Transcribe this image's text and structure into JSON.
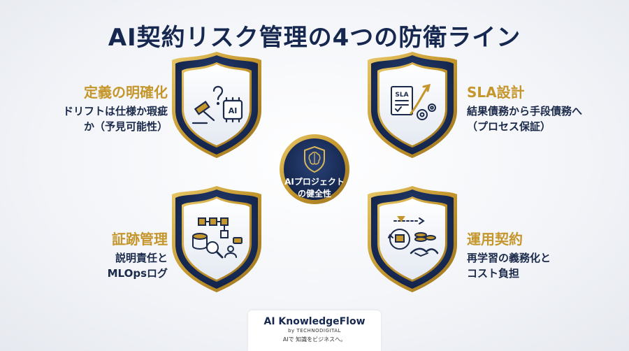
{
  "title": "AI契約リスク管理の4つの防衛ライン",
  "center": {
    "line1": "AIプロジェクト",
    "line2": "の健全性"
  },
  "panels": [
    {
      "heading": "定義の明確化",
      "desc1": "ドリフトは仕様か瑕疵",
      "desc2": "か（予見可能性）"
    },
    {
      "heading": "SLA設計",
      "desc1": "結果債務から手段債務へ",
      "desc2": "（プロセス保証）"
    },
    {
      "heading": "証跡管理",
      "desc1": "説明責任と",
      "desc2": "MLOpsログ"
    },
    {
      "heading": "運用契約",
      "desc1": "再学習の義務化と",
      "desc2": "コスト負担"
    }
  ],
  "icons": {
    "shield1": "gavel-question-ai-chip-icon",
    "shield1_chip_text": "AI",
    "shield2": "sla-document-gears-icon",
    "shield2_doc_text": "SLA",
    "shield3": "data-blocks-magnifier-user-icon",
    "shield4": "cycle-coins-handshake-icon",
    "center": "shield-brain-icon"
  },
  "colors": {
    "navy": "#16284f",
    "gold": "#c4962c"
  },
  "footer": {
    "brand": "AI KnowledgeFlow",
    "by": "by TECHNODIGITAL",
    "tagline": "AIで 知識をビジネスへ。"
  }
}
